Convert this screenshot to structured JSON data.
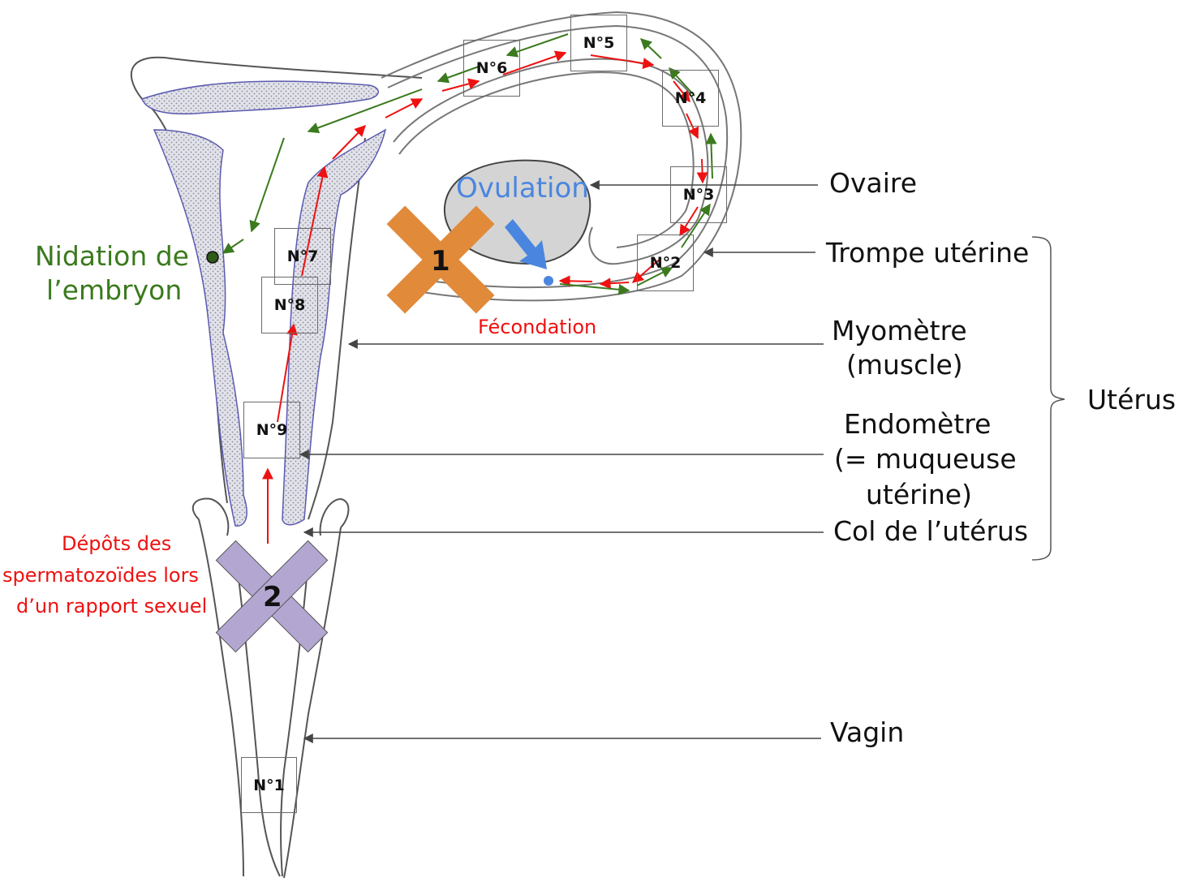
{
  "labels": {
    "ovaire": "Ovaire",
    "trompe": "Trompe utérine",
    "myometre_1": "Myomètre",
    "myometre_2": "(muscle)",
    "endometre_1": "Endomètre",
    "endometre_2": "(= muqueuse",
    "endometre_3": "utérine)",
    "col": "Col de l’utérus",
    "vagin": "Vagin",
    "uterus": "Utérus",
    "ovulation": "Ovulation",
    "fecondation": "Fécondation",
    "nidation_1": "Nidation de",
    "nidation_2": "l’embryon",
    "depots_1": "Dépôts des",
    "depots_2": "spermatozoïdes lors",
    "depots_3": "d’un rapport sexuel"
  },
  "steps": [
    "N°1",
    "N°2",
    "N°3",
    "N°4",
    "N°5",
    "N°6",
    "N°7",
    "N°8",
    "N°9"
  ],
  "markers": {
    "x1": "1",
    "x2": "2"
  },
  "colors": {
    "sperm_path": "#ee1111",
    "egg_path": "#3b7a1e",
    "ovulation": "#4a86e0",
    "marker1": "#e08a3a",
    "marker2": "#b3a7d2",
    "endometrium": "#c9c9c9",
    "ovary": "#d4d4d4"
  }
}
